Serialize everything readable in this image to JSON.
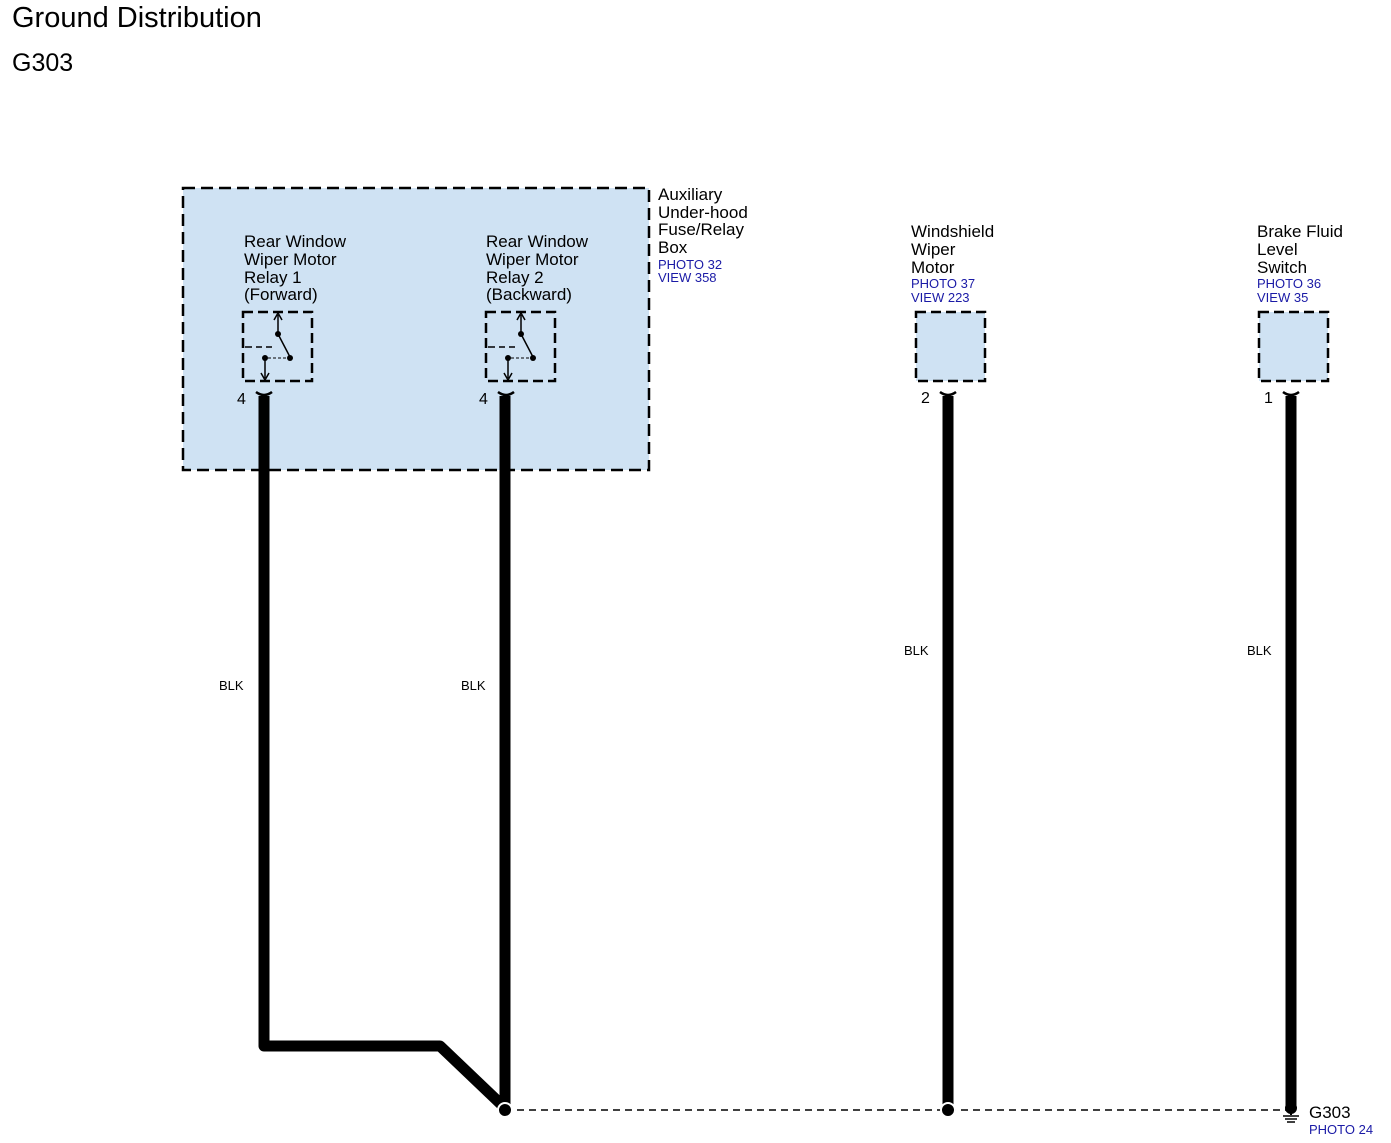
{
  "page": {
    "title": "Ground Distribution",
    "subtitle": "G303"
  },
  "fuse_box": {
    "name_lines": [
      "Auxiliary",
      "Under-hood",
      "Fuse/Relay",
      "Box"
    ],
    "photo": "PHOTO 32",
    "view": "VIEW 358",
    "fill_color": "#cfe2f3"
  },
  "relay1": {
    "name_lines": [
      "Rear Window",
      "Wiper Motor",
      "Relay 1",
      "(Forward)"
    ],
    "pin": "4"
  },
  "relay2": {
    "name_lines": [
      "Rear Window",
      "Wiper Motor",
      "Relay 2",
      "(Backward)"
    ],
    "pin": "4"
  },
  "wiper_motor": {
    "name_lines": [
      "Windshield",
      "Wiper",
      "Motor"
    ],
    "photo": "PHOTO 37",
    "view": "VIEW 223",
    "pin": "2"
  },
  "brake_switch": {
    "name_lines": [
      "Brake Fluid",
      "Level",
      "Switch"
    ],
    "photo": "PHOTO 36",
    "view": "VIEW 35",
    "pin": "1"
  },
  "wires": {
    "relay1_color": "BLK",
    "relay2_color": "BLK",
    "wiper_color": "BLK",
    "brake_color": "BLK"
  },
  "ground": {
    "name": "G303",
    "photo": "PHOTO 24"
  },
  "colors": {
    "component_fill": "#cfe2f3",
    "reference_text": "#1a1aa6",
    "wire": "#000000"
  }
}
